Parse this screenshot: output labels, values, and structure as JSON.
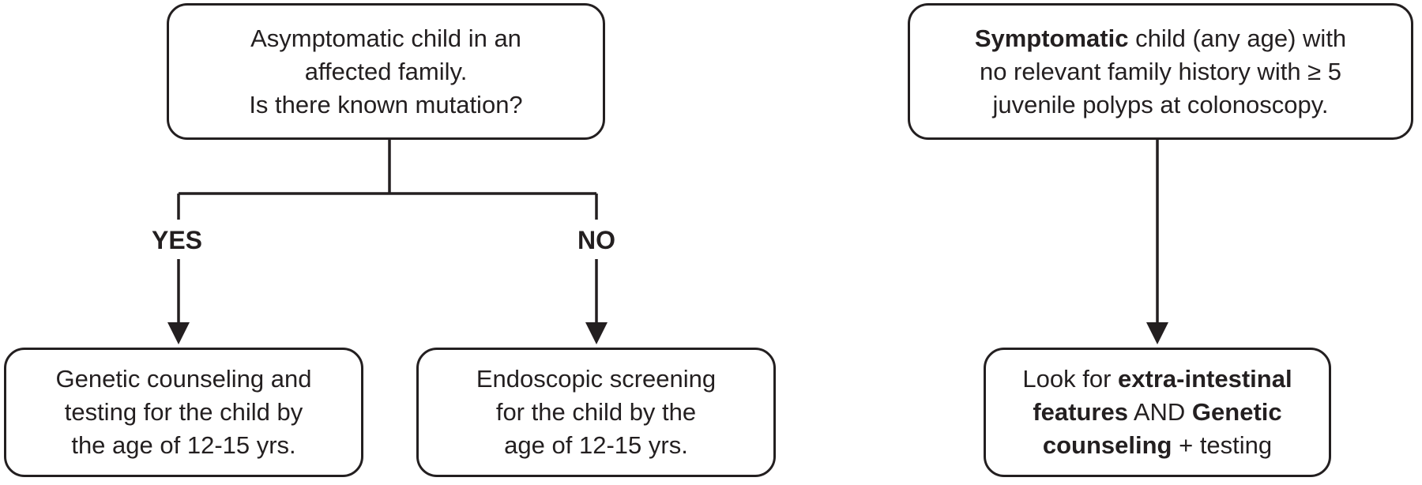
{
  "left_tree": {
    "root": {
      "lines": [
        "Asymptomatic child in an",
        "affected family.",
        "Is there known mutation?"
      ]
    },
    "yes_label": "YES",
    "no_label": "NO",
    "yes_box": {
      "lines": [
        "Genetic counseling and",
        "testing for the child by",
        "the age of 12-15 yrs."
      ]
    },
    "no_box": {
      "lines": [
        "Endoscopic screening",
        "for the child by the",
        "age of 12-15 yrs."
      ]
    }
  },
  "right_tree": {
    "root": {
      "line1_bold": "Symptomatic",
      "line1_rest": " child (any age) with",
      "line2": "no relevant family history with ≥ 5",
      "line3": "juvenile polyps at colonoscopy."
    },
    "result": {
      "line1_plain": "Look for ",
      "line1_bold": "extra-intestinal",
      "line2_bold_a": "features",
      "line2_plain": " AND ",
      "line2_bold_b": "Genetic",
      "line3_bold": "counseling",
      "line3_plain": " + testing"
    }
  },
  "colors": {
    "stroke": "#231f20",
    "background": "#ffffff"
  }
}
